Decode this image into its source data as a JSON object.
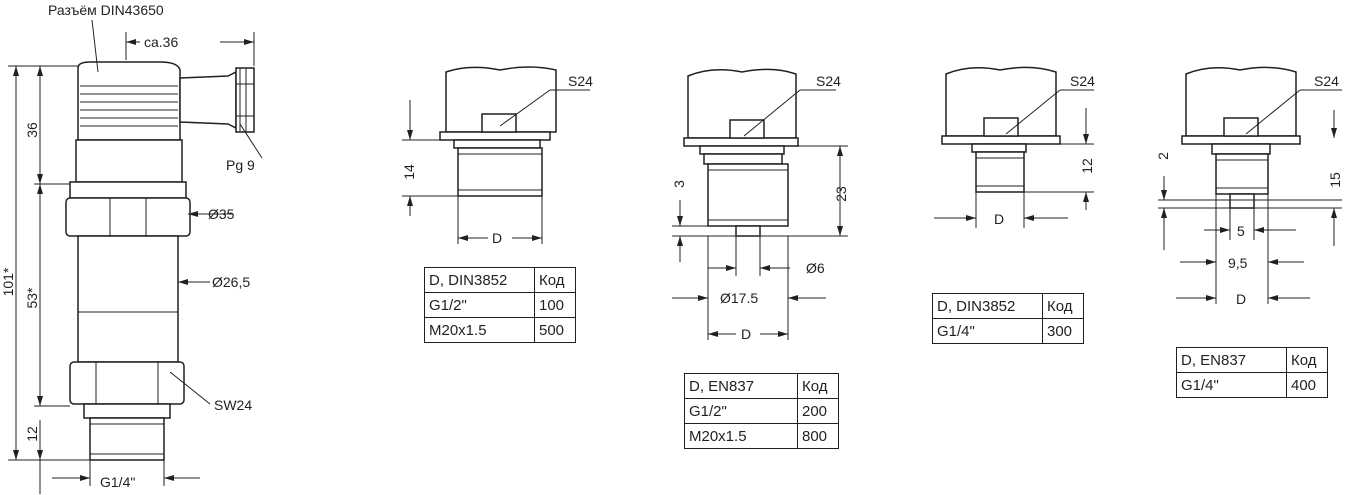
{
  "main_sensor": {
    "connector_label": "Разъём DIN43650",
    "ca36": "ca.36",
    "pg9": "Pg 9",
    "dim_36": "36",
    "dim_101": "101*",
    "dim_53": "53*",
    "dim_12": "12",
    "d35": "Ø35",
    "d265": "Ø26,5",
    "sw24": "SW24",
    "thread": "G1/4\""
  },
  "fitting_1": {
    "s": "S24",
    "dim_14": "14",
    "d": "D",
    "table": {
      "headers": [
        "D, DIN3852",
        "Код"
      ],
      "rows": [
        [
          "G1/2\"",
          "100"
        ],
        [
          "M20x1.5",
          "500"
        ]
      ]
    }
  },
  "fitting_2": {
    "s": "S24",
    "dim_23": "23",
    "dim_3": "3",
    "d6": "Ø6",
    "d175": "Ø17.5",
    "d": "D",
    "table": {
      "headers": [
        "D, EN837",
        "Код"
      ],
      "rows": [
        [
          "G1/2\"",
          "200"
        ],
        [
          "M20x1.5",
          "800"
        ]
      ]
    }
  },
  "fitting_3": {
    "s": "S24",
    "dim_12": "12",
    "d": "D",
    "table": {
      "headers": [
        "D, DIN3852",
        "Код"
      ],
      "rows": [
        [
          "G1/4\"",
          "300"
        ]
      ]
    }
  },
  "fitting_4": {
    "s": "S24",
    "dim_2": "2",
    "dim_15": "15",
    "dim_5": "5",
    "dim_95": "9,5",
    "d": "D",
    "table": {
      "headers": [
        "D, EN837",
        "Код"
      ],
      "rows": [
        [
          "G1/4\"",
          "400"
        ]
      ]
    }
  }
}
